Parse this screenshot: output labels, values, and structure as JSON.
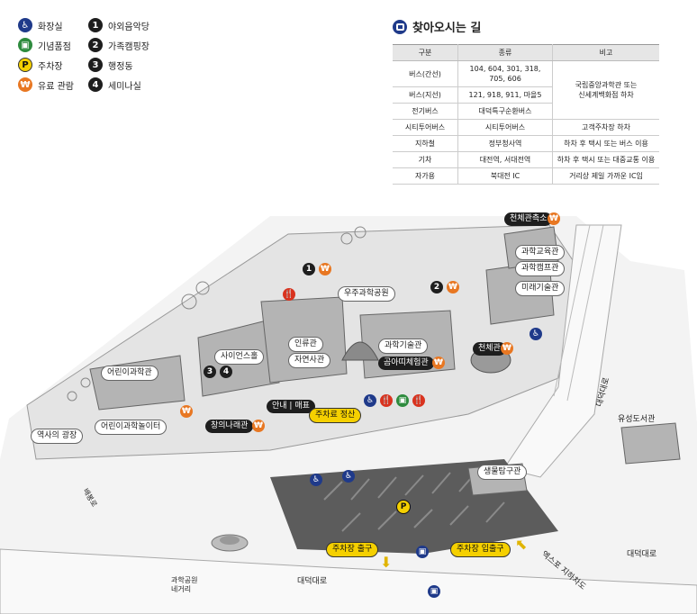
{
  "legend": {
    "facilities": [
      {
        "label": "화장실",
        "icon": "restroom-icon",
        "color": "#1f3a8a",
        "glyph": "♿"
      },
      {
        "label": "기념품점",
        "icon": "souvenir-shop-icon",
        "color": "#2e8b3e",
        "glyph": "▣"
      },
      {
        "label": "주차장",
        "icon": "parking-icon",
        "color": "#f5d000",
        "glyph": "P"
      },
      {
        "label": "유료 관람",
        "icon": "paid-admission-icon",
        "color": "#e87722",
        "glyph": "₩"
      }
    ],
    "numbered": [
      {
        "num": "1",
        "label": "야외음악당"
      },
      {
        "num": "2",
        "label": "가족캠핑장"
      },
      {
        "num": "3",
        "label": "행정동"
      },
      {
        "num": "4",
        "label": "세미나실"
      }
    ]
  },
  "directions": {
    "title": "찾아오시는 길",
    "headers": [
      "구분",
      "종류",
      "비고"
    ],
    "rows": [
      [
        "버스(간선)",
        "104, 604, 301, 318,\n705, 606",
        ""
      ],
      [
        "버스(지선)",
        "121, 918, 911, 마을5",
        ""
      ],
      [
        "전기버스",
        "대덕특구순환버스",
        ""
      ],
      [
        "시티투어버스",
        "시티투어버스",
        "고객주차장 하차"
      ],
      [
        "지하철",
        "정부청사역",
        "하차 후 택시 또는 버스 이용"
      ],
      [
        "기차",
        "대전역, 서대전역",
        "하차 후 택시 또는 대중교통 이용"
      ],
      [
        "자가용",
        "북대전 IC",
        "거리상 제일 가까운 IC임"
      ]
    ],
    "merged_note": "국립중앙과학관 또는\n신세계백화점 하차"
  },
  "map": {
    "buildings": {
      "space_park": "우주과학공원",
      "science_edu": "과학교육관",
      "science_camp": "과학캠프관",
      "future_tech": "미래기술관",
      "science_hall": "사이언스홀",
      "human_hall": "인류관",
      "natural_history": "자연사관",
      "science_tech": "과학기술관",
      "dinosaur_exp": "곰아띠체험관",
      "planetarium": "천체관",
      "observatory": "천체관측소",
      "children_sci": "어린이과학관",
      "children_playground": "어린이과학놀이터",
      "history_plaza": "역사의 광장",
      "creative_hall": "창의나래관",
      "info_ticket": "안내 | 매표",
      "parking_pay": "주차료 정산",
      "ecology_hall": "생물탐구관",
      "parking_exit": "주차장 출구",
      "parking_entrance": "주차장 입출구",
      "yuseong_library": "유성도서관"
    },
    "roads": {
      "daedeok_right": "대덕대로",
      "daedeok_bottom": "대덕대로",
      "daedeok_right2": "대덕대로",
      "gapcheon": "엑스포 지하차도",
      "science_park_st": "과학공원\n네거리",
      "left_road": "배봉로"
    }
  },
  "colors": {
    "ground": "#e9e9e9",
    "building": "#b4b4b4",
    "building_dark": "#7d7d7d",
    "parking": "#5c5c5c",
    "road": "#f6f6f6",
    "accent_yellow": "#f5d000",
    "restroom_blue": "#1f3a8a",
    "restaurant_red": "#d9331f",
    "paid_orange": "#e87722"
  }
}
